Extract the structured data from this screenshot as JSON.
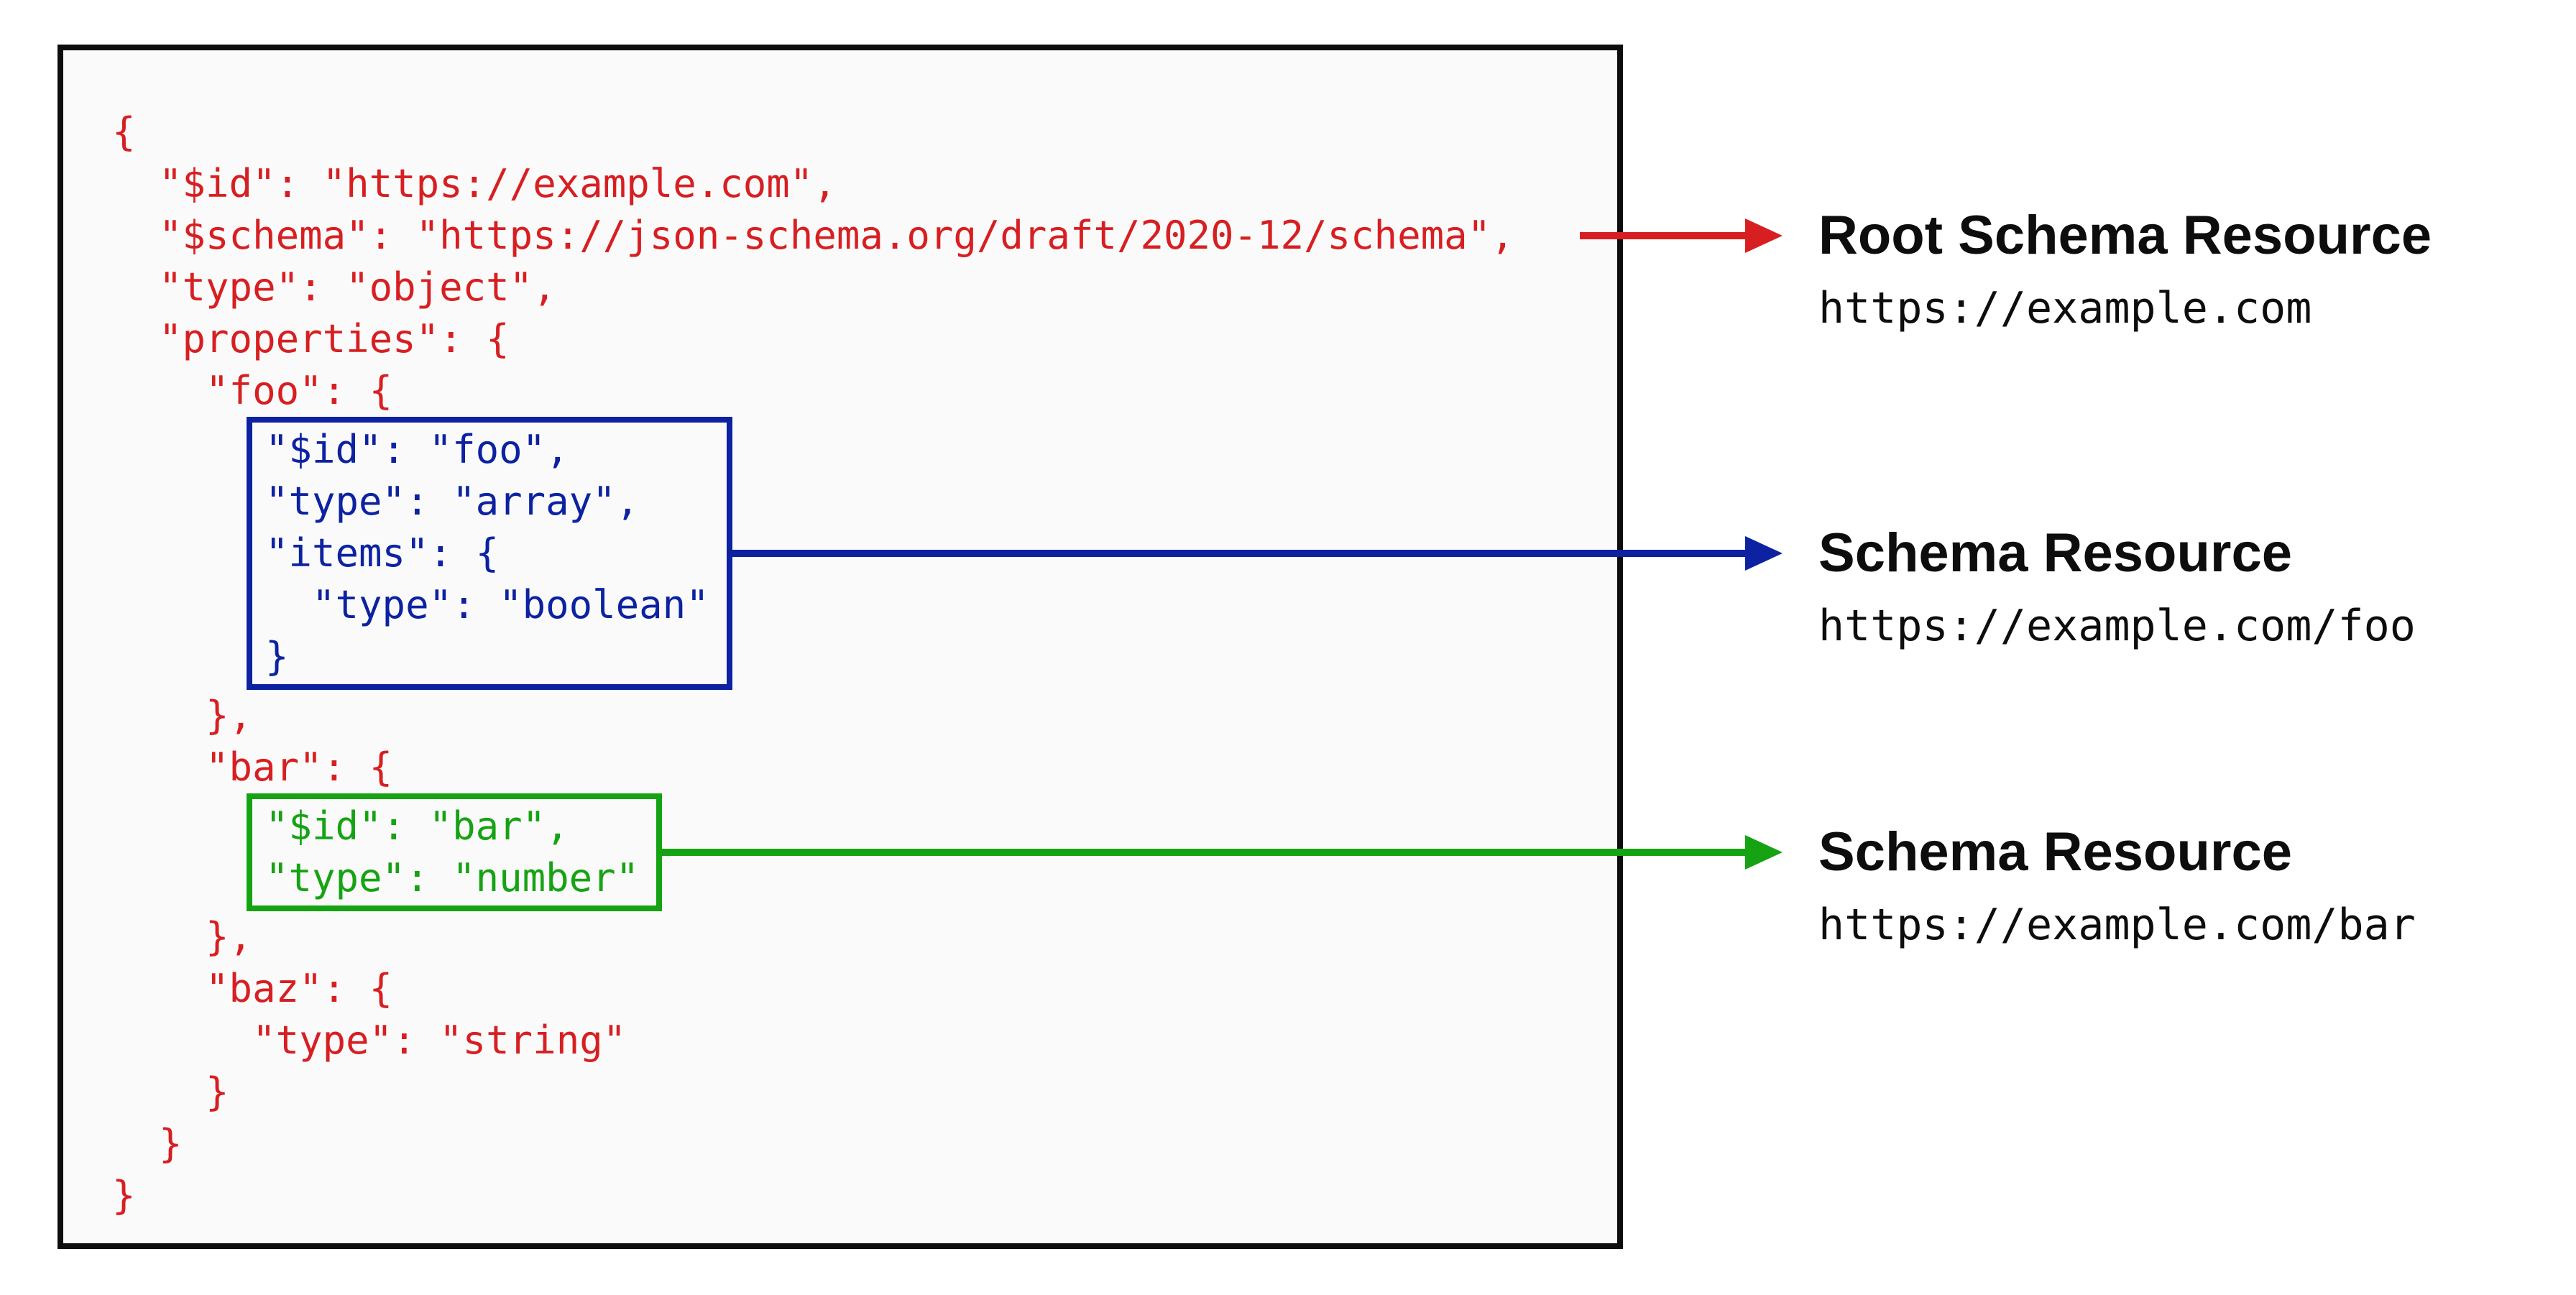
{
  "colors": {
    "red": "#d71f22",
    "blue": "#0c22a0",
    "green": "#16a313",
    "panel-bg": "#fafafa",
    "ink": "#0d0d0d"
  },
  "schema_code": {
    "top_lines": [
      "{",
      "  \"$id\": \"https://example.com\",",
      "  \"$schema\": \"https://json-schema.org/draft/2020-12/schema\",",
      "  \"type\": \"object\",",
      "  \"properties\": {",
      "    \"foo\": {"
    ],
    "foo_box_lines": [
      "\"$id\": \"foo\",",
      "\"type\": \"array\",",
      "\"items\": {",
      "  \"type\": \"boolean\"",
      "}"
    ],
    "mid_lines": [
      "    },",
      "    \"bar\": {"
    ],
    "bar_box_lines": [
      "\"$id\": \"bar\",",
      "\"type\": \"number\""
    ],
    "bottom_lines": [
      "    },",
      "    \"baz\": {",
      "      \"type\": \"string\"",
      "    }",
      "  }",
      "}"
    ]
  },
  "annotations": [
    {
      "title": "Root Schema Resource",
      "url": "https://example.com",
      "color": "#d71f22"
    },
    {
      "title": "Schema Resource",
      "url": "https://example.com/foo",
      "color": "#0c22a0"
    },
    {
      "title": "Schema Resource",
      "url": "https://example.com/bar",
      "color": "#16a313"
    }
  ]
}
